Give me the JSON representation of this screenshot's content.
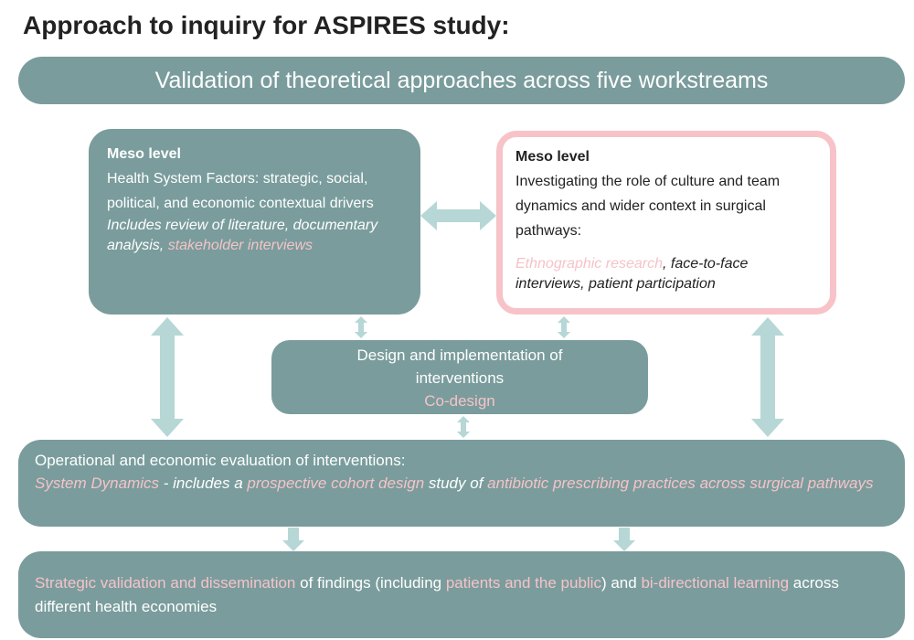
{
  "title": "Approach to inquiry for ASPIRES study:",
  "banner": "Validation of theoretical approaches across five workstreams",
  "left_box": {
    "heading": "Meso level",
    "body": "Health System Factors: strategic, social, political, and economic contextual drivers",
    "methods": "Includes review of literature, documentary analysis, ",
    "methods_highlight": "stakeholder interviews"
  },
  "right_box": {
    "heading": "Meso level",
    "body": "Investigating the role of culture and team dynamics and wider context in surgical pathways:",
    "methods_highlight": "Ethnographic research",
    "methods": ", face-to-face interviews, patient participation"
  },
  "middle_box": {
    "title": "Design and implementation of interventions",
    "highlight": "Co-design"
  },
  "operational_box": {
    "heading": "Operational and economic evaluation of interventions:",
    "p1": "System Dynamics",
    "p2": " - includes a ",
    "p3": "prospective cohort design",
    "p4": " study of ",
    "p5": "antibiotic prescribing practices across surgical pathways"
  },
  "bottom_box": {
    "p1": "Strategic validation and dissemination",
    "p2": " of findings (including ",
    "p3": "patients and the public",
    "p4": ") and ",
    "p5": "bi-directional learning",
    "p6": " across different health economies"
  },
  "colors": {
    "box": "#7a9c9c",
    "arrow": "#b6d7d6",
    "highlight": "#f5c3c8",
    "border": "#f7c3c8"
  }
}
